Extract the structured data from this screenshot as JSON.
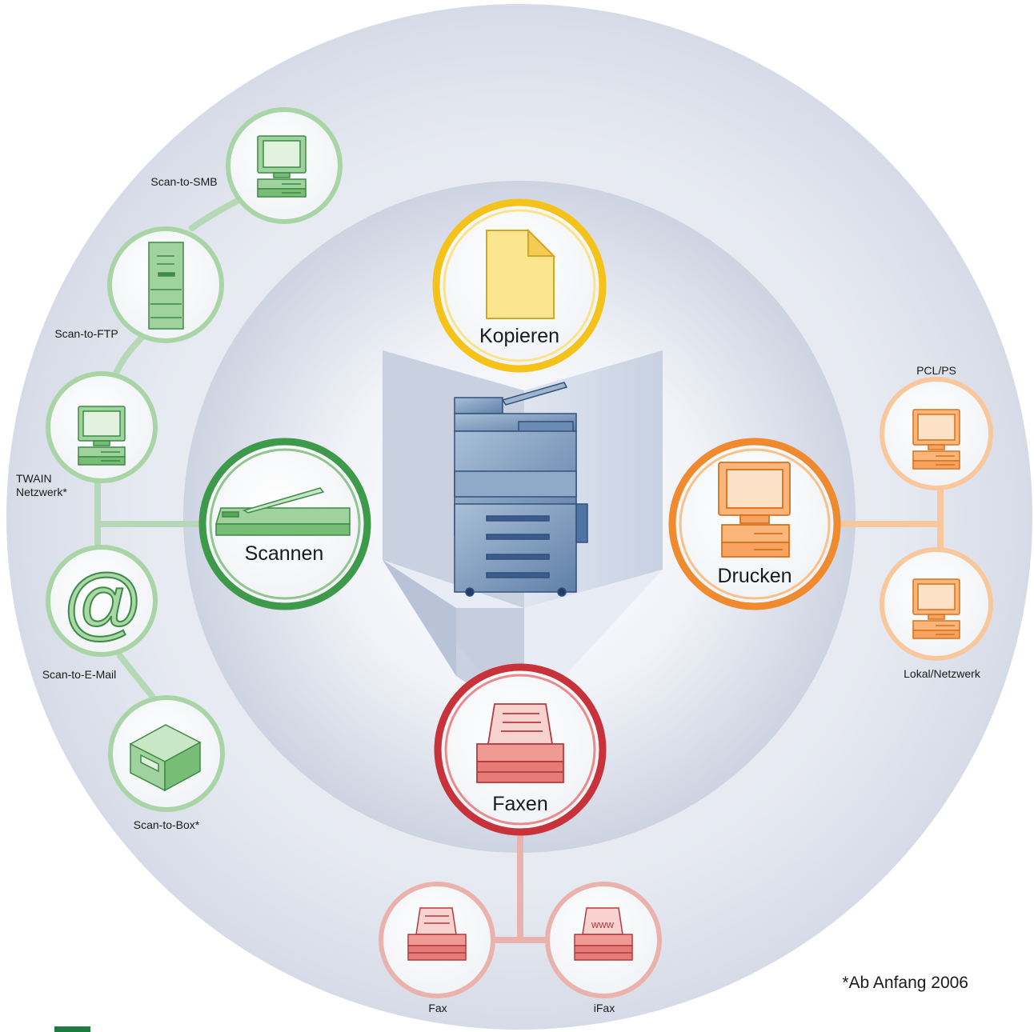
{
  "center": {
    "kopieren": "Kopieren"
  },
  "scan": {
    "label": "Scannen",
    "items": [
      {
        "label": "Scan-to-SMB"
      },
      {
        "label": "Scan-to-FTP"
      },
      {
        "label_line1": "TWAIN",
        "label_line2": "Netzwerk*"
      },
      {
        "label": "Scan-to-E-Mail"
      },
      {
        "label": "Scan-to-Box*"
      }
    ]
  },
  "print": {
    "label": "Drucken",
    "items": [
      {
        "label": "PCL/PS"
      },
      {
        "label": "Lokal/Netzwerk"
      }
    ]
  },
  "fax": {
    "label": "Faxen",
    "items": [
      {
        "label": "Fax"
      },
      {
        "label": "iFax",
        "screen_text": "www"
      }
    ]
  },
  "footnote": "*Ab Anfang 2006",
  "colors": {
    "green": "#3d9a4a",
    "orange": "#f08a2e",
    "red": "#c8323a",
    "yellow": "#f5c21a",
    "outer_ring": "#dfe3ee",
    "accent_bar": "#1f7a3d"
  }
}
